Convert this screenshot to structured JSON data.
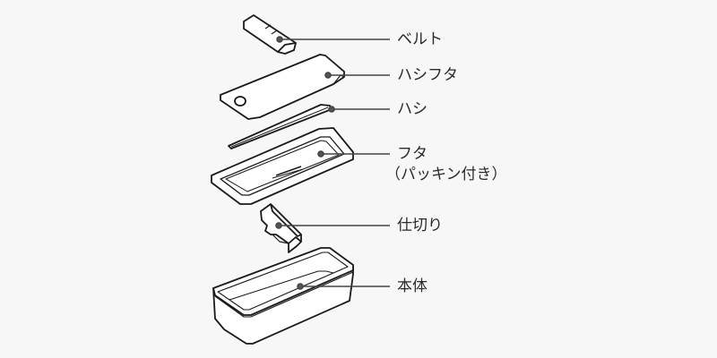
{
  "parts": [
    {
      "id": "belt",
      "label": "ベルト"
    },
    {
      "id": "chopstick-lid",
      "label": "ハシフタ"
    },
    {
      "id": "chopsticks",
      "label": "ハシ"
    },
    {
      "id": "lid",
      "label": "フタ",
      "sublabel": "（パッキン付き）"
    },
    {
      "id": "divider",
      "label": "仕切り"
    },
    {
      "id": "body",
      "label": "本体"
    }
  ],
  "colors": {
    "line": "#1a1a1a",
    "leader": "#444444",
    "fill": "#ffffff",
    "background": "#f7f7f7"
  }
}
